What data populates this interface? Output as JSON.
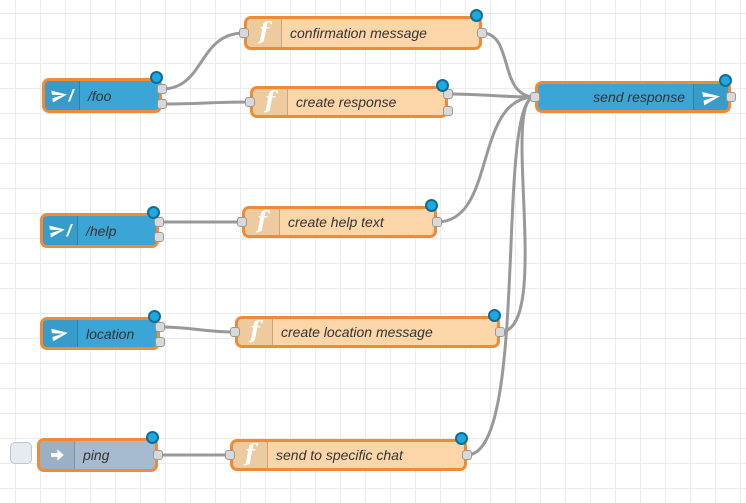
{
  "app": "flow-editor-canvas",
  "canvas": {
    "grid_size": 25,
    "background": "#ffffff",
    "grid_line_color": "#ececec"
  },
  "colors": {
    "selected_border": "#f08a34",
    "function_node_fill": "#fcd6a9",
    "telegram_node_fill": "#3ba6d6",
    "inject_node_fill": "#a6bbcf",
    "wire": "#999999",
    "port_fill": "#d9d9d9",
    "port_border": "#999999",
    "changed_dot": "#1fa8e0",
    "label_text": "#333333"
  },
  "nodes": {
    "foo": {
      "label": "/foo",
      "icon": "telegram-plane-slash-icon",
      "outputs": 2,
      "changed": true
    },
    "confirmation_message": {
      "label": "confirmation message",
      "icon": "function-f-icon",
      "inputs": 1,
      "outputs": 1,
      "changed": true
    },
    "create_response": {
      "label": "create response",
      "icon": "function-f-icon",
      "inputs": 1,
      "outputs": 2,
      "changed": true
    },
    "send_response": {
      "label": "send response",
      "icon": "telegram-plane-icon",
      "inputs": 1,
      "outputs": 1,
      "changed": true
    },
    "help": {
      "label": "/help",
      "icon": "telegram-plane-slash-icon",
      "outputs": 2,
      "changed": true
    },
    "create_help_text": {
      "label": "create help text",
      "icon": "function-f-icon",
      "inputs": 1,
      "outputs": 1,
      "changed": true
    },
    "location": {
      "label": "location",
      "icon": "telegram-plane-icon",
      "outputs": 2,
      "changed": true
    },
    "create_location_message": {
      "label": "create location message",
      "icon": "function-f-icon",
      "inputs": 1,
      "outputs": 1,
      "changed": true
    },
    "ping": {
      "label": "ping",
      "icon": "inject-arrow-icon",
      "outputs": 1,
      "has_button": true,
      "changed": true
    },
    "send_to_specific_chat": {
      "label": "send to specific chat",
      "icon": "function-f-icon",
      "inputs": 1,
      "outputs": 1,
      "changed": true
    }
  },
  "wires": [
    {
      "from": "/foo (output 1)",
      "to": "confirmation message"
    },
    {
      "from": "/foo (output 2)",
      "to": "create response"
    },
    {
      "from": "confirmation message",
      "to": "send response"
    },
    {
      "from": "create response (output 1)",
      "to": "send response"
    },
    {
      "from": "/help (output 1)",
      "to": "create help text"
    },
    {
      "from": "create help text",
      "to": "send response"
    },
    {
      "from": "location (output 1)",
      "to": "create location message"
    },
    {
      "from": "create location message",
      "to": "send response"
    },
    {
      "from": "ping",
      "to": "send to specific chat"
    },
    {
      "from": "send to specific chat",
      "to": "send response"
    }
  ]
}
